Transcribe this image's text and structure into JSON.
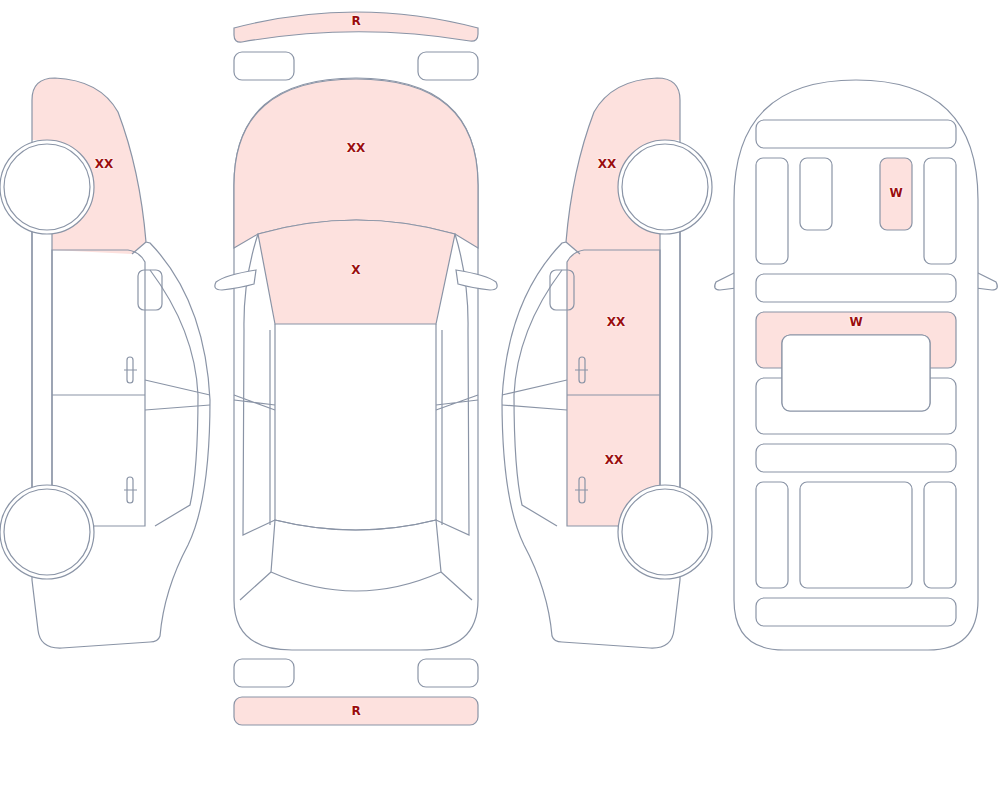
{
  "diagram": {
    "nodes": [
      {
        "text": [
          "R"
        ]
      },
      {
        "text": [
          "XX"
        ]
      },
      {
        "text": [
          "XX"
        ]
      },
      {
        "text": [
          "XX"
        ]
      },
      {
        "text": [
          "W"
        ]
      },
      {
        "text": [
          "X"
        ]
      },
      {
        "text": [
          "XX"
        ]
      },
      {
        "text": [
          "W"
        ]
      },
      {
        "text": [
          "XX"
        ]
      },
      {
        "text": [
          "R"
        ]
      }
    ]
  }
}
